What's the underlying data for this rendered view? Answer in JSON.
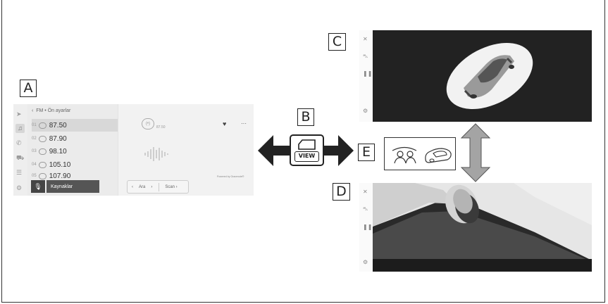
{
  "labels": {
    "a": "A",
    "b": "B",
    "c": "C",
    "d": "D",
    "e": "E"
  },
  "radio": {
    "source": "FM",
    "separator": "•",
    "presets_label": "Ön ayarlar",
    "back_glyph": "‹",
    "stations": [
      {
        "num": "01",
        "freq": "87.50",
        "selected": true
      },
      {
        "num": "02",
        "freq": "87.90",
        "selected": false
      },
      {
        "num": "03",
        "freq": "98.10",
        "selected": false
      },
      {
        "num": "04",
        "freq": "105.10",
        "selected": false
      },
      {
        "num": "05",
        "freq": "107.90",
        "selected": false
      }
    ],
    "sources_button": "Kaynaklar",
    "now_playing_freq": "87.50",
    "heart_glyph": "♥",
    "more_glyph": "···",
    "powered_by": "Powered by Gracenote®",
    "search_prev": "‹",
    "search_label": "Ara",
    "search_next": "›",
    "scan_label": "Scan ›"
  },
  "view_button": {
    "label": "VIEW"
  },
  "colors": {
    "arrow": "#222222",
    "grey_arrow": "#9a9a9a",
    "screen_bg": "#222222"
  }
}
